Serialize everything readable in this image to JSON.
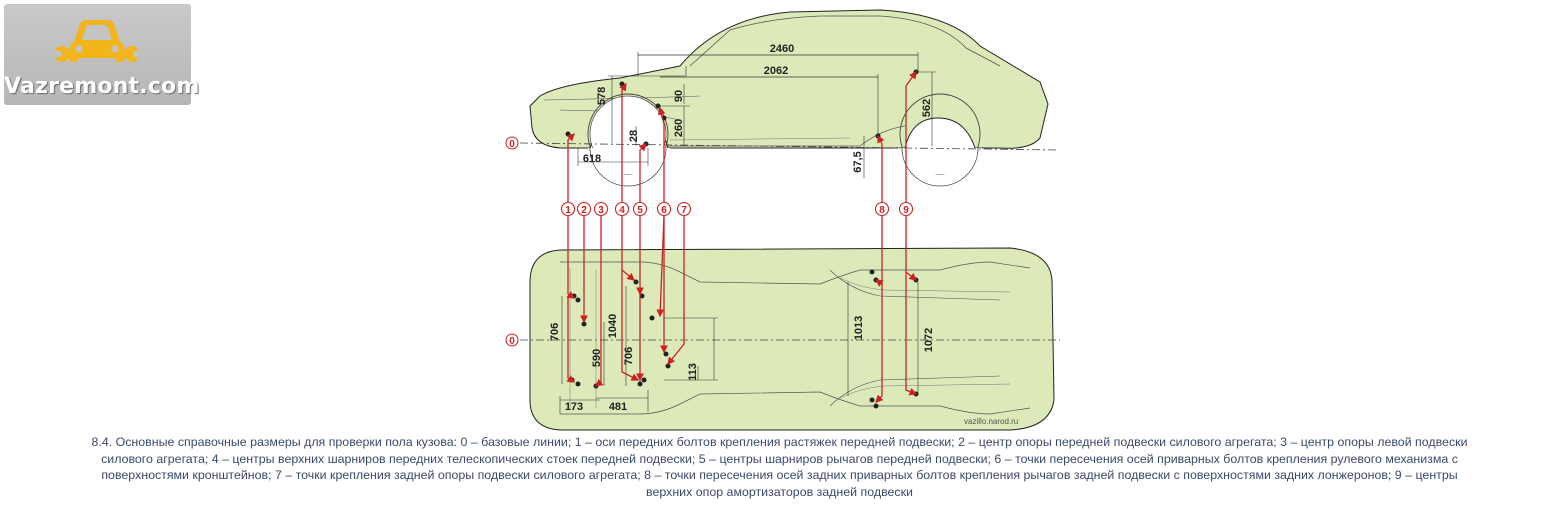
{
  "logo": {
    "text": "Vazremont.com",
    "icon": "car-wrench-icon",
    "icon_color": "#f2b51c"
  },
  "colors": {
    "body_fill": "#dceab9",
    "line_red": "#cc2222",
    "outline": "#222222",
    "caption": "#3a4a6a"
  },
  "side_view": {
    "base_marker": "0",
    "dims": {
      "d2460": "2460",
      "d2062": "2062",
      "d578": "578",
      "d90": "90",
      "d28": "28",
      "d260": "260",
      "d562": "562",
      "d618": "618",
      "d67_5": "67,5"
    }
  },
  "top_view": {
    "base_marker": "0",
    "dims": {
      "d706a": "706",
      "d590": "590",
      "d1040": "1040",
      "d706b": "706",
      "d113": "113",
      "d173": "173",
      "d481": "481",
      "d1013": "1013",
      "d1072": "1072"
    },
    "watermark": "vazillo.narod.ru"
  },
  "callouts": [
    "1",
    "2",
    "3",
    "4",
    "5",
    "6",
    "7",
    "8",
    "9"
  ],
  "caption": {
    "line1": "8.4. Основные справочные размеры для проверки пола кузова: 0 – базовые линии; 1 – оси передних болтов крепления растяжек передней подвески; 2 – центр опоры передней подвески силового агрегата; 3 – центр опоры левой подвески",
    "line2": "силового агрегата; 4 – центры верхних шарниров передних телескопических стоек передней подвески; 5 – центры шарниров рычагов передней подвески; 6 – точки пересечения осей приварных болтов крепления рулевого механизма с",
    "line3": "поверхностями кронштейнов; 7 – точки крепления задней опоры подвески силового агрегата; 8 – точки пересечения осей задних приварных болтов крепления рычагов задней подвески с поверхностями задних лонжеронов; 9 – центры",
    "line4": "верхних опор амортизаторов задней подвески"
  }
}
